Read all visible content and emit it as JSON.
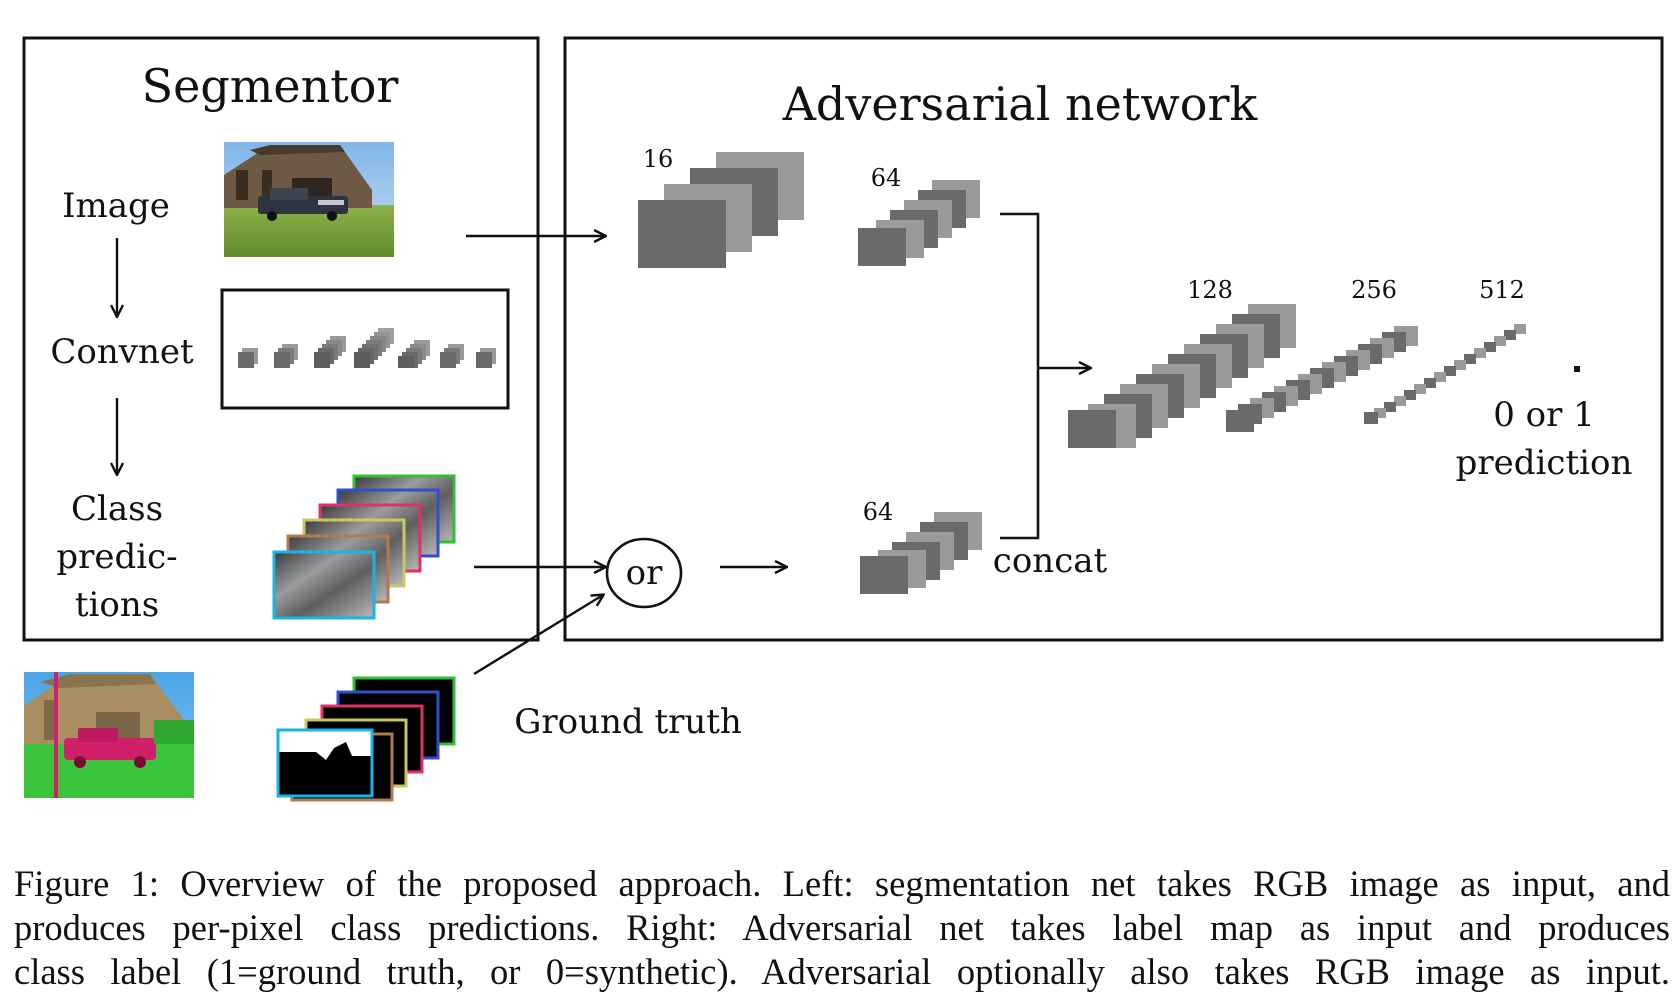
{
  "segmentor": {
    "title": "Segmentor",
    "image_label": "Image",
    "convnet_label": "Convnet",
    "class_label_lines": [
      "Class",
      "predic-",
      "tions"
    ]
  },
  "adversarial": {
    "title": "Adversarial network",
    "branch_top_channels": "16",
    "branch_top2_channels": "64",
    "branch_bottom_channels": "64",
    "trunk_channels": [
      "128",
      "256",
      "512"
    ],
    "concat_label": "concat",
    "output_lines": [
      "0 or 1",
      "prediction"
    ]
  },
  "or_label": "or",
  "ground_truth_label": "Ground truth",
  "caption_lines": [
    "Figure 1: Overview of the proposed approach. Left: segmentation net takes RGB image as input, and",
    "produces per-pixel class predictions. Right: Adversarial net takes label map as input and produces",
    "class label (1=ground truth, or 0=synthetic). Adversarial optionally also takes RGB image as input."
  ],
  "colors": {
    "block_dark": "#6a6a6a",
    "block_light": "#9a9a9a",
    "label_map_borders": [
      "#19b4e6",
      "#b07a55",
      "#c8c860",
      "#e0306a",
      "#3050c8",
      "#30c030"
    ],
    "overlay_red": "#d0206a",
    "grass": "#3cc43c",
    "sky": "#5aa8e0"
  }
}
